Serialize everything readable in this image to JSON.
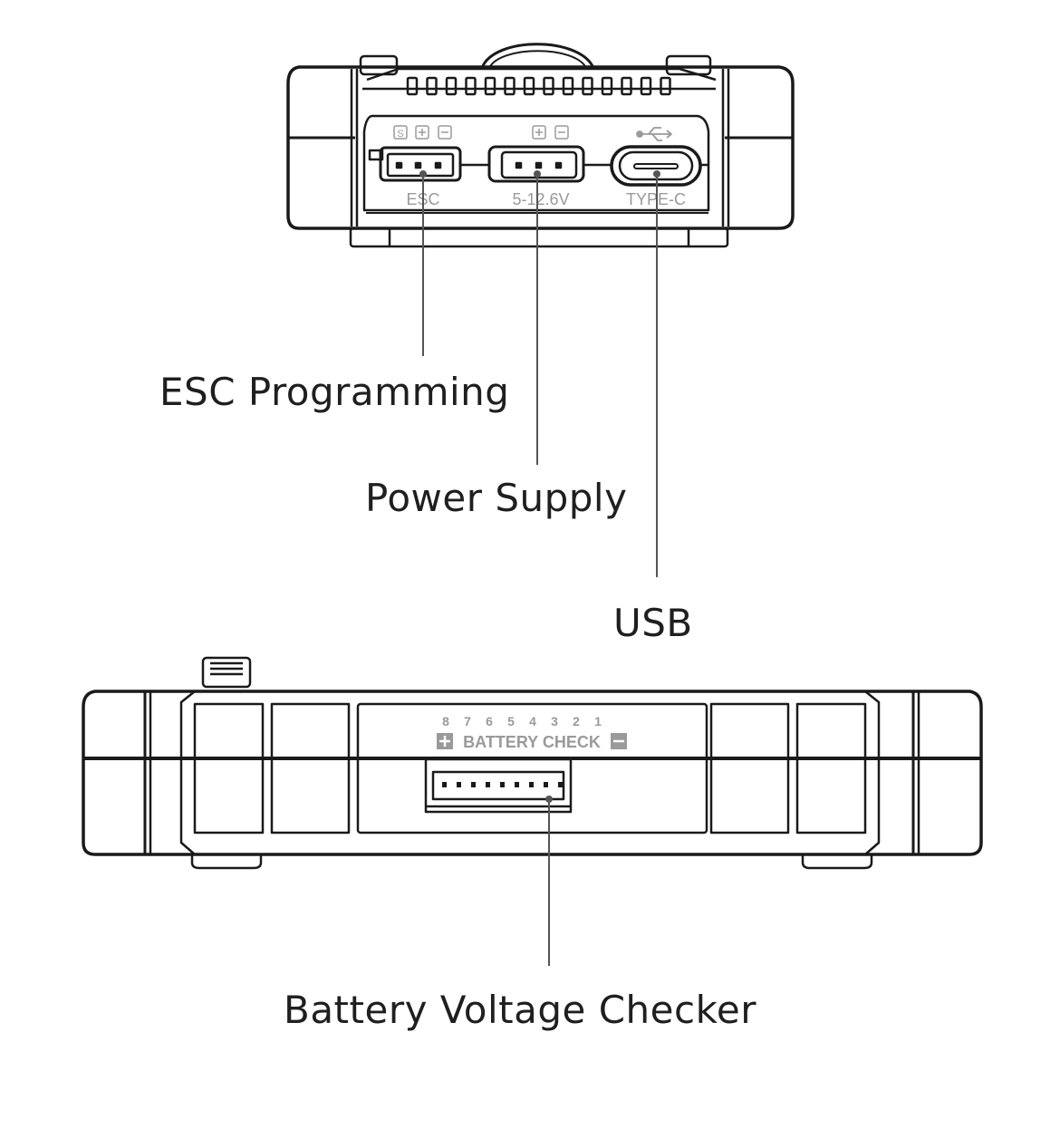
{
  "callouts": {
    "esc_programming": "ESC Programming",
    "power_supply": "Power Supply",
    "usb": "USB",
    "battery_voltage_checker": "Battery Voltage Checker"
  },
  "top_view": {
    "ports": [
      {
        "name": "esc",
        "silk_label": "ESC",
        "pin_marks": [
          "S",
          "+",
          "−"
        ]
      },
      {
        "name": "power",
        "silk_label": "5-12.6V",
        "pin_marks": [
          "+",
          "−"
        ]
      },
      {
        "name": "usb",
        "silk_label": "TYPE-C",
        "icon": "usb-icon"
      }
    ]
  },
  "side_view": {
    "cell_numbers": [
      "8",
      "7",
      "6",
      "5",
      "4",
      "3",
      "2",
      "1"
    ],
    "check_label": "BATTERY CHECK",
    "plus_mark": "+",
    "minus_mark": "−"
  },
  "colors": {
    "line": "#1a1a1a",
    "silk_text": "#9a9a9a",
    "background": "#ffffff"
  }
}
